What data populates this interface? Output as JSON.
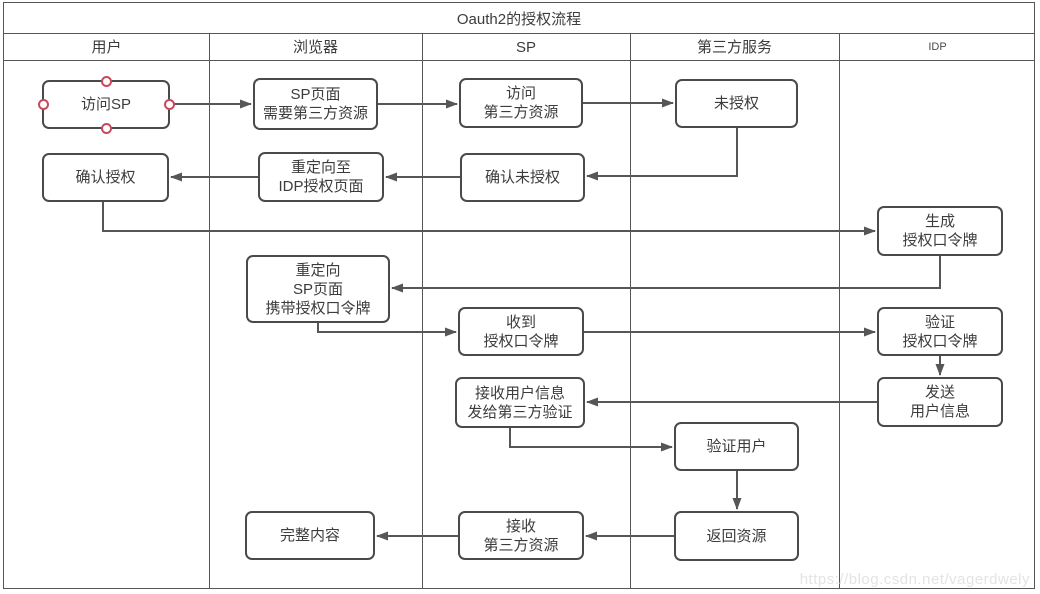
{
  "diagram": {
    "title": "Oauth2的授权流程",
    "lanes": [
      {
        "label": "用户"
      },
      {
        "label": "浏览器"
      },
      {
        "label": "SP"
      },
      {
        "label": "第三方服务"
      },
      {
        "label": "IDP"
      }
    ],
    "selected_node": "visit-sp",
    "nodes": [
      {
        "id": "visit-sp",
        "lane": "用户",
        "lines": [
          "访问SP"
        ]
      },
      {
        "id": "sp-page-needs",
        "lane": "浏览器",
        "lines": [
          "SP页面",
          "需要第三方资源"
        ]
      },
      {
        "id": "visit-third",
        "lane": "SP",
        "lines": [
          "访问",
          "第三方资源"
        ]
      },
      {
        "id": "unauthorized",
        "lane": "第三方服务",
        "lines": [
          "未授权"
        ]
      },
      {
        "id": "confirm-auth",
        "lane": "用户",
        "lines": [
          "确认授权"
        ]
      },
      {
        "id": "redirect-idp",
        "lane": "浏览器",
        "lines": [
          "重定向至",
          "IDP授权页面"
        ]
      },
      {
        "id": "confirm-unauth",
        "lane": "SP",
        "lines": [
          "确认未授权"
        ]
      },
      {
        "id": "gen-token",
        "lane": "IDP",
        "lines": [
          "生成",
          "授权口令牌"
        ]
      },
      {
        "id": "redirect-sp",
        "lane": "浏览器",
        "lines": [
          "重定向",
          "SP页面",
          "携带授权口令牌"
        ]
      },
      {
        "id": "receive-token",
        "lane": "SP",
        "lines": [
          "收到",
          "授权口令牌"
        ]
      },
      {
        "id": "verify-token",
        "lane": "IDP",
        "lines": [
          "验证",
          "授权口令牌"
        ]
      },
      {
        "id": "recv-user-info",
        "lane": "SP",
        "lines": [
          "接收用户信息",
          "发给第三方验证"
        ]
      },
      {
        "id": "send-user-info",
        "lane": "IDP",
        "lines": [
          "发送",
          "用户信息"
        ]
      },
      {
        "id": "verify-user",
        "lane": "第三方服务",
        "lines": [
          "验证用户"
        ]
      },
      {
        "id": "return-resource",
        "lane": "第三方服务",
        "lines": [
          "返回资源"
        ]
      },
      {
        "id": "recv-resource",
        "lane": "SP",
        "lines": [
          "接收",
          "第三方资源"
        ]
      },
      {
        "id": "full-content",
        "lane": "浏览器",
        "lines": [
          "完整内容"
        ]
      }
    ],
    "edges": [
      {
        "from": "visit-sp",
        "to": "sp-page-needs"
      },
      {
        "from": "sp-page-needs",
        "to": "visit-third"
      },
      {
        "from": "visit-third",
        "to": "unauthorized"
      },
      {
        "from": "unauthorized",
        "to": "confirm-unauth"
      },
      {
        "from": "confirm-unauth",
        "to": "redirect-idp"
      },
      {
        "from": "redirect-idp",
        "to": "confirm-auth"
      },
      {
        "from": "confirm-auth",
        "to": "gen-token"
      },
      {
        "from": "gen-token",
        "to": "redirect-sp"
      },
      {
        "from": "redirect-sp",
        "to": "receive-token"
      },
      {
        "from": "receive-token",
        "to": "verify-token"
      },
      {
        "from": "verify-token",
        "to": "send-user-info"
      },
      {
        "from": "send-user-info",
        "to": "recv-user-info"
      },
      {
        "from": "recv-user-info",
        "to": "verify-user"
      },
      {
        "from": "verify-user",
        "to": "return-resource"
      },
      {
        "from": "return-resource",
        "to": "recv-resource"
      },
      {
        "from": "recv-resource",
        "to": "full-content"
      }
    ]
  },
  "watermark": "https://blog.csdn.net/vagerdwely",
  "colors": {
    "line": "#565656",
    "box_border": "#4a4a4a",
    "text": "#3c3c3c",
    "handle": "#c9485b",
    "watermark": "#e3e3e3"
  }
}
